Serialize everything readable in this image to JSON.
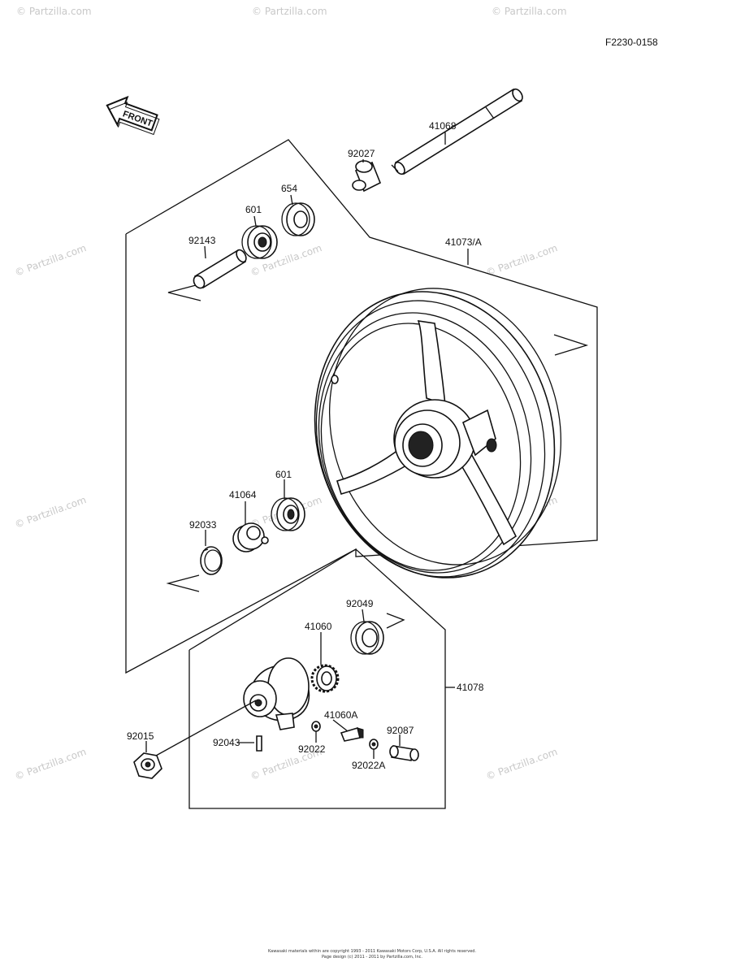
{
  "figure_code": "F2230-0158",
  "front_arrow_label": "FRONT",
  "watermark_text": "© Partzilla.com",
  "footer": {
    "line1": "Kawasaki materials within are copyright 1993 - 2011 Kawasaki Motors Corp, U.S.A. All rights reserved.",
    "line2": "Page design (c) 2011 - 2011 by Partzilla.com, Inc."
  },
  "parts": {
    "p41068": "41068",
    "p92027": "92027",
    "p654": "654",
    "p601_top": "601",
    "p92143": "92143",
    "p41073A": "41073/A",
    "p601_bottom": "601",
    "p41064": "41064",
    "p92033": "92033",
    "p92049": "92049",
    "p41060": "41060",
    "p41078": "41078",
    "p41060A": "41060A",
    "p92087": "92087",
    "p92015": "92015",
    "p92043": "92043",
    "p92022": "92022",
    "p92022A": "92022A"
  }
}
